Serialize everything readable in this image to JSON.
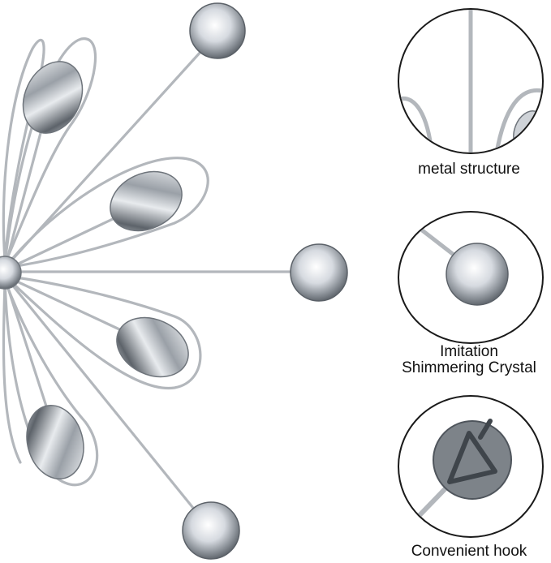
{
  "image": {
    "subject": "silver wire starburst wall decoration with crystal gems",
    "colors": {
      "wire": "#b9bcc0",
      "wire_dark": "#8d9196",
      "gem": "#d9dde2",
      "ring": "#1a1a1a"
    }
  },
  "details": [
    {
      "caption": "metal structure",
      "icon": "wire-detail"
    },
    {
      "caption_line1": "Imitation",
      "caption_line2": "Shimmering Crystal",
      "icon": "crystal-detail"
    },
    {
      "caption": "Convenient hook",
      "icon": "hook-detail"
    }
  ]
}
